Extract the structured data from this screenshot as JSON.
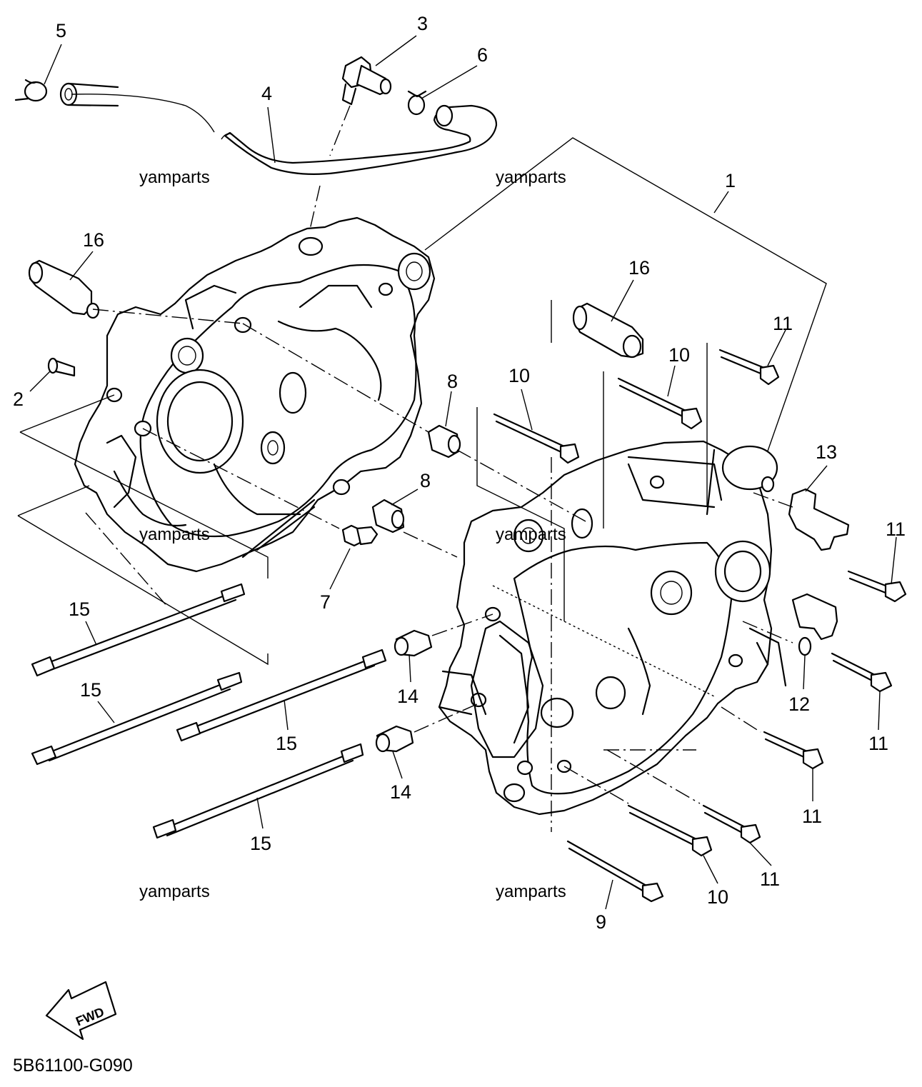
{
  "diagram_code": "5B61100-G090",
  "watermark_text": "yamparts",
  "fwd_label": "FWD",
  "callouts": [
    "1",
    "2",
    "3",
    "4",
    "5",
    "6",
    "7",
    "8",
    "8",
    "9",
    "10",
    "10",
    "10",
    "10",
    "11",
    "11",
    "11",
    "11",
    "11",
    "11",
    "12",
    "13",
    "14",
    "14",
    "15",
    "15",
    "15",
    "15",
    "16",
    "16"
  ]
}
